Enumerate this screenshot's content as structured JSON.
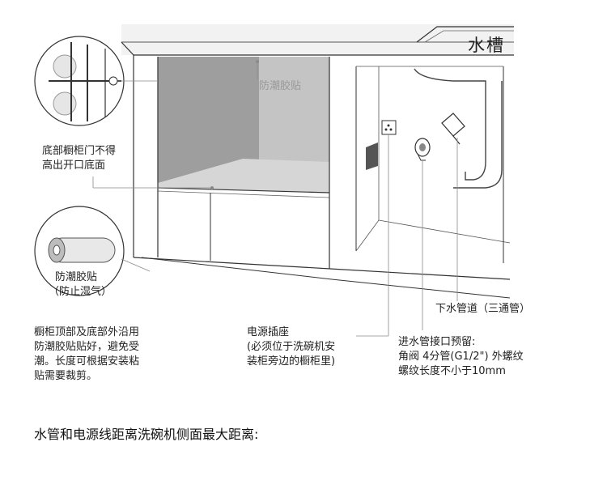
{
  "labels": {
    "sink": "水槽",
    "moisture_tape_top": "防潮胶贴",
    "door_rule_line1": "底部橱柜门不得",
    "door_rule_line2": "高出开口底面",
    "tape_circle_line1": "防潮胶贴",
    "tape_circle_line2": "（防止湿气）",
    "tape_note_line1": "橱柜顶部及底部外沿用",
    "tape_note_line2": "防潮胶贴贴好，避免受",
    "tape_note_line3": "潮。长度可根据安装粘",
    "tape_note_line4": "贴需要裁剪。",
    "socket_line1": "电源插座",
    "socket_line2": "(必须位于洗碗机安",
    "socket_line3": "装柜旁边的橱柜里)",
    "inlet_line1": "进水管接口预留:",
    "inlet_line2": "角阀 4分管(G1/2\") 外螺纹",
    "inlet_line3": "螺纹长度不小于10mm",
    "drain_pipe": "下水管道（三通管）"
  },
  "heading": "水管和电源线距离洗碗机侧面最大距离:",
  "colors": {
    "line": "#333333",
    "leader": "#8a8a8a",
    "gray_fill": "#c8c8c8",
    "dark_fill": "#9a9a9a"
  }
}
